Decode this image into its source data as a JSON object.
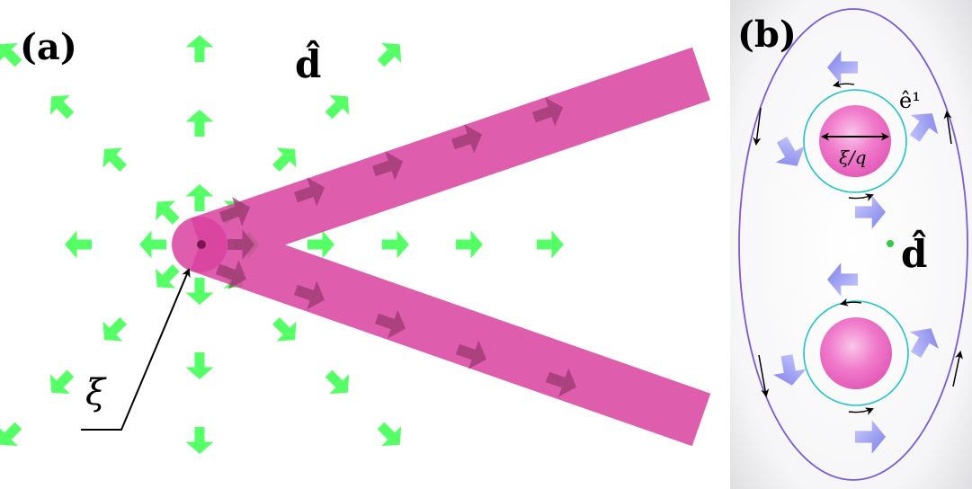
{
  "panels": [
    {
      "id": "a",
      "label": "(a)",
      "director_label": "d̂",
      "core_size_label": "ξ"
    },
    {
      "id": "b",
      "label": "(b)",
      "director_label": "d̂",
      "axis_label": "ê¹",
      "core_width_label": "ξ/q"
    }
  ],
  "colors": {
    "director_arrows": "#55ff66",
    "vortex_band": "#d9419f",
    "band_arrows": "#9a3a70",
    "core": "#f07acb",
    "cyan_loop": "#22c4c8",
    "boundary_ellipse": "#7a5ad6",
    "spin_arrows": "#8a8cf0",
    "panel_b_background": "#f2f2f4"
  }
}
